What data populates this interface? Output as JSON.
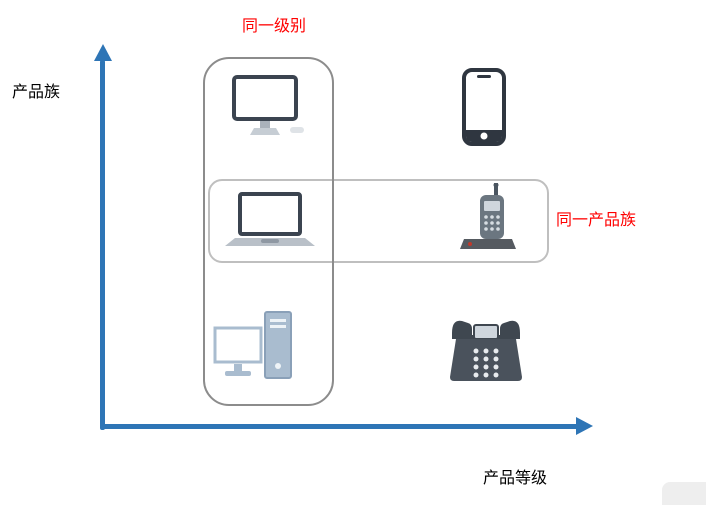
{
  "page": {
    "background": "#ffffff"
  },
  "axes": {
    "y_label": "产品族",
    "x_label": "产品等级",
    "color": "#2e75b6"
  },
  "annotations": {
    "same_level_label": "同一级别",
    "same_family_label": "同一产品族",
    "color": "#ff0000"
  },
  "groups": {
    "same_level_group": {
      "annotation": "同一级别",
      "items": [
        "desktop-monitor",
        "laptop",
        "tower-pc"
      ],
      "border_color": "#8c8c8c"
    },
    "same_family_group": {
      "annotation": "同一产品族",
      "items": [
        "laptop",
        "cordless-phone"
      ],
      "border_color": "#bfbfbf"
    }
  },
  "icons": {
    "grid": [
      {
        "name": "desktop-monitor-icon",
        "row": 1,
        "col": 1
      },
      {
        "name": "smartphone-icon",
        "row": 1,
        "col": 2
      },
      {
        "name": "laptop-icon",
        "row": 2,
        "col": 1
      },
      {
        "name": "cordless-phone-icon",
        "row": 2,
        "col": 2
      },
      {
        "name": "tower-pc-icon",
        "row": 3,
        "col": 1
      },
      {
        "name": "desk-phone-icon",
        "row": 3,
        "col": 2
      }
    ]
  }
}
